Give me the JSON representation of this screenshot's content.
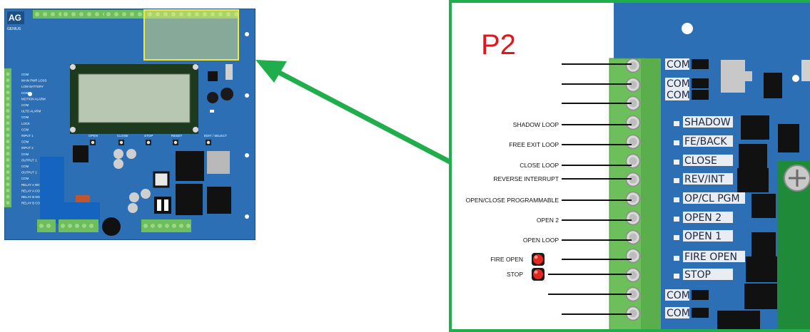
{
  "thumbnail": {
    "brand": "AG",
    "brand_sub": "GENIUS",
    "buttons": [
      "OPEN",
      "CLOSE",
      "STOP",
      "RESET",
      "EDIT / SELECT"
    ],
    "left_labels": [
      "COM",
      "MAIN PWR LOSS",
      "LOW BATTERY",
      "COM",
      "MOTION ALARM",
      "COM",
      "ULTD ALARM",
      "COM",
      "LOCK",
      "COM",
      "INPUT 1",
      "COM",
      "INPUT 2",
      "COM",
      "OUTPUT 1",
      "COM",
      "OUTPUT 2",
      "COM",
      "RELAY A NO",
      "RELAY A COM",
      "RELAY B NO",
      "RELAY B COM"
    ]
  },
  "detail": {
    "header": "P2",
    "wire_labels": [
      "SHADOW LOOP",
      "FREE EXIT LOOP",
      "CLOSE LOOP",
      "REVERSE INTERRUPT",
      "OPEN/CLOSE PROGRAMMABLE",
      "OPEN 2",
      "OPEN LOOP",
      "FIRE OPEN",
      "STOP"
    ],
    "silk_labels": [
      "COM",
      "COM",
      "COM",
      "SHADOW",
      "FE/BACK",
      "CLOSE",
      "REV/INT",
      "OP/CL PGM",
      "OPEN 2",
      "OPEN 1",
      "FIRE OPEN",
      "STOP",
      "COM",
      "COM"
    ]
  },
  "colors": {
    "board": "#2c6fb5",
    "terminal": "#6cbf5a",
    "highlight": "#f5f07a",
    "frame": "#1fae4b",
    "header": "#e8141c",
    "lcd": "#b8c7b2",
    "button_red": "#e3261f"
  }
}
